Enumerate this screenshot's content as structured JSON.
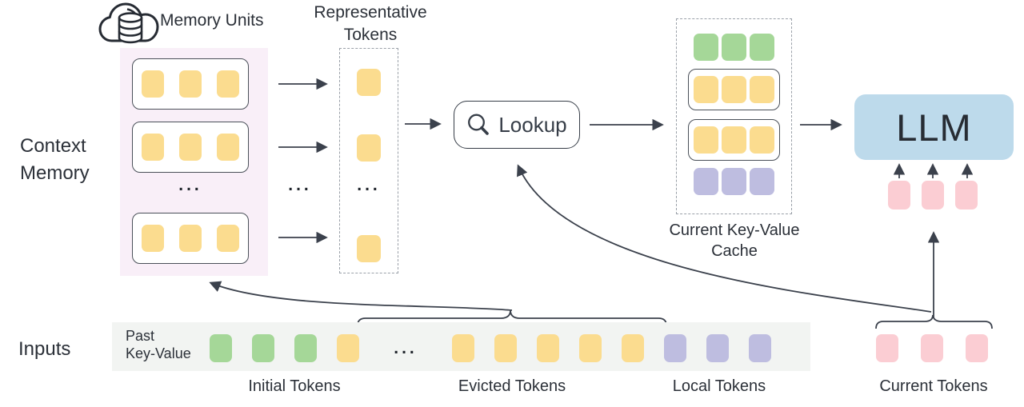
{
  "labels": {
    "context_memory_line1": "Context",
    "context_memory_line2": "Memory",
    "memory_units": "Memory Units",
    "representative_line1": "Representative",
    "representative_line2": "Tokens",
    "lookup": "Lookup",
    "cache_line1": "Current Key-Value",
    "cache_line2": "Cache",
    "llm": "LLM",
    "inputs": "Inputs",
    "past_kv_line1": "Past",
    "past_kv_line2": "Key-Value",
    "initial_tokens": "Initial Tokens",
    "evicted_tokens": "Evicted Tokens",
    "local_tokens": "Local Tokens",
    "current_tokens": "Current Tokens",
    "ellipsis": "..."
  },
  "colors": {
    "token_yellow": "#FBDC8F",
    "token_green": "#A5D798",
    "token_purple": "#BEBDE0",
    "token_pink": "#FBCDD3",
    "llm_box_blue": "#BDDAEB",
    "memory_panel_pink": "#F9EFF8",
    "input_strip_gray": "#F2F4F2",
    "line_dark": "#3B414C",
    "text_dark": "#2B3038"
  },
  "icons": {
    "cloud_database": "cloud-database-icon",
    "search": "search-icon"
  },
  "memory_unit_row": {
    "color": "yellow",
    "count": 3,
    "boxed": false
  },
  "representative_column": [
    {
      "color": "yellow",
      "count": 1,
      "boxed": false
    },
    {
      "color": "yellow",
      "count": 1,
      "boxed": false
    },
    {
      "type": "ellipsis"
    },
    {
      "color": "yellow",
      "count": 1,
      "boxed": false
    }
  ],
  "kv_cache_rows": [
    {
      "color": "green",
      "count": 3,
      "boxed": false
    },
    {
      "color": "yellow",
      "count": 3,
      "boxed": true
    },
    {
      "color": "yellow",
      "count": 3,
      "boxed": true
    },
    {
      "color": "purple",
      "count": 3,
      "boxed": false
    }
  ],
  "input_strip_segments": [
    {
      "color": "green",
      "count": 3,
      "group": "initial"
    },
    {
      "color": "yellow",
      "count": 1,
      "group": "evicted"
    },
    {
      "type": "ellipsis"
    },
    {
      "color": "yellow",
      "count": 5,
      "group": "evicted"
    },
    {
      "color": "purple",
      "count": 3,
      "group": "local"
    }
  ],
  "llm_input_tokens": {
    "color": "pink",
    "count": 3,
    "boxed": false
  },
  "current_token_group": {
    "color": "pink",
    "count": 3,
    "boxed": false
  }
}
